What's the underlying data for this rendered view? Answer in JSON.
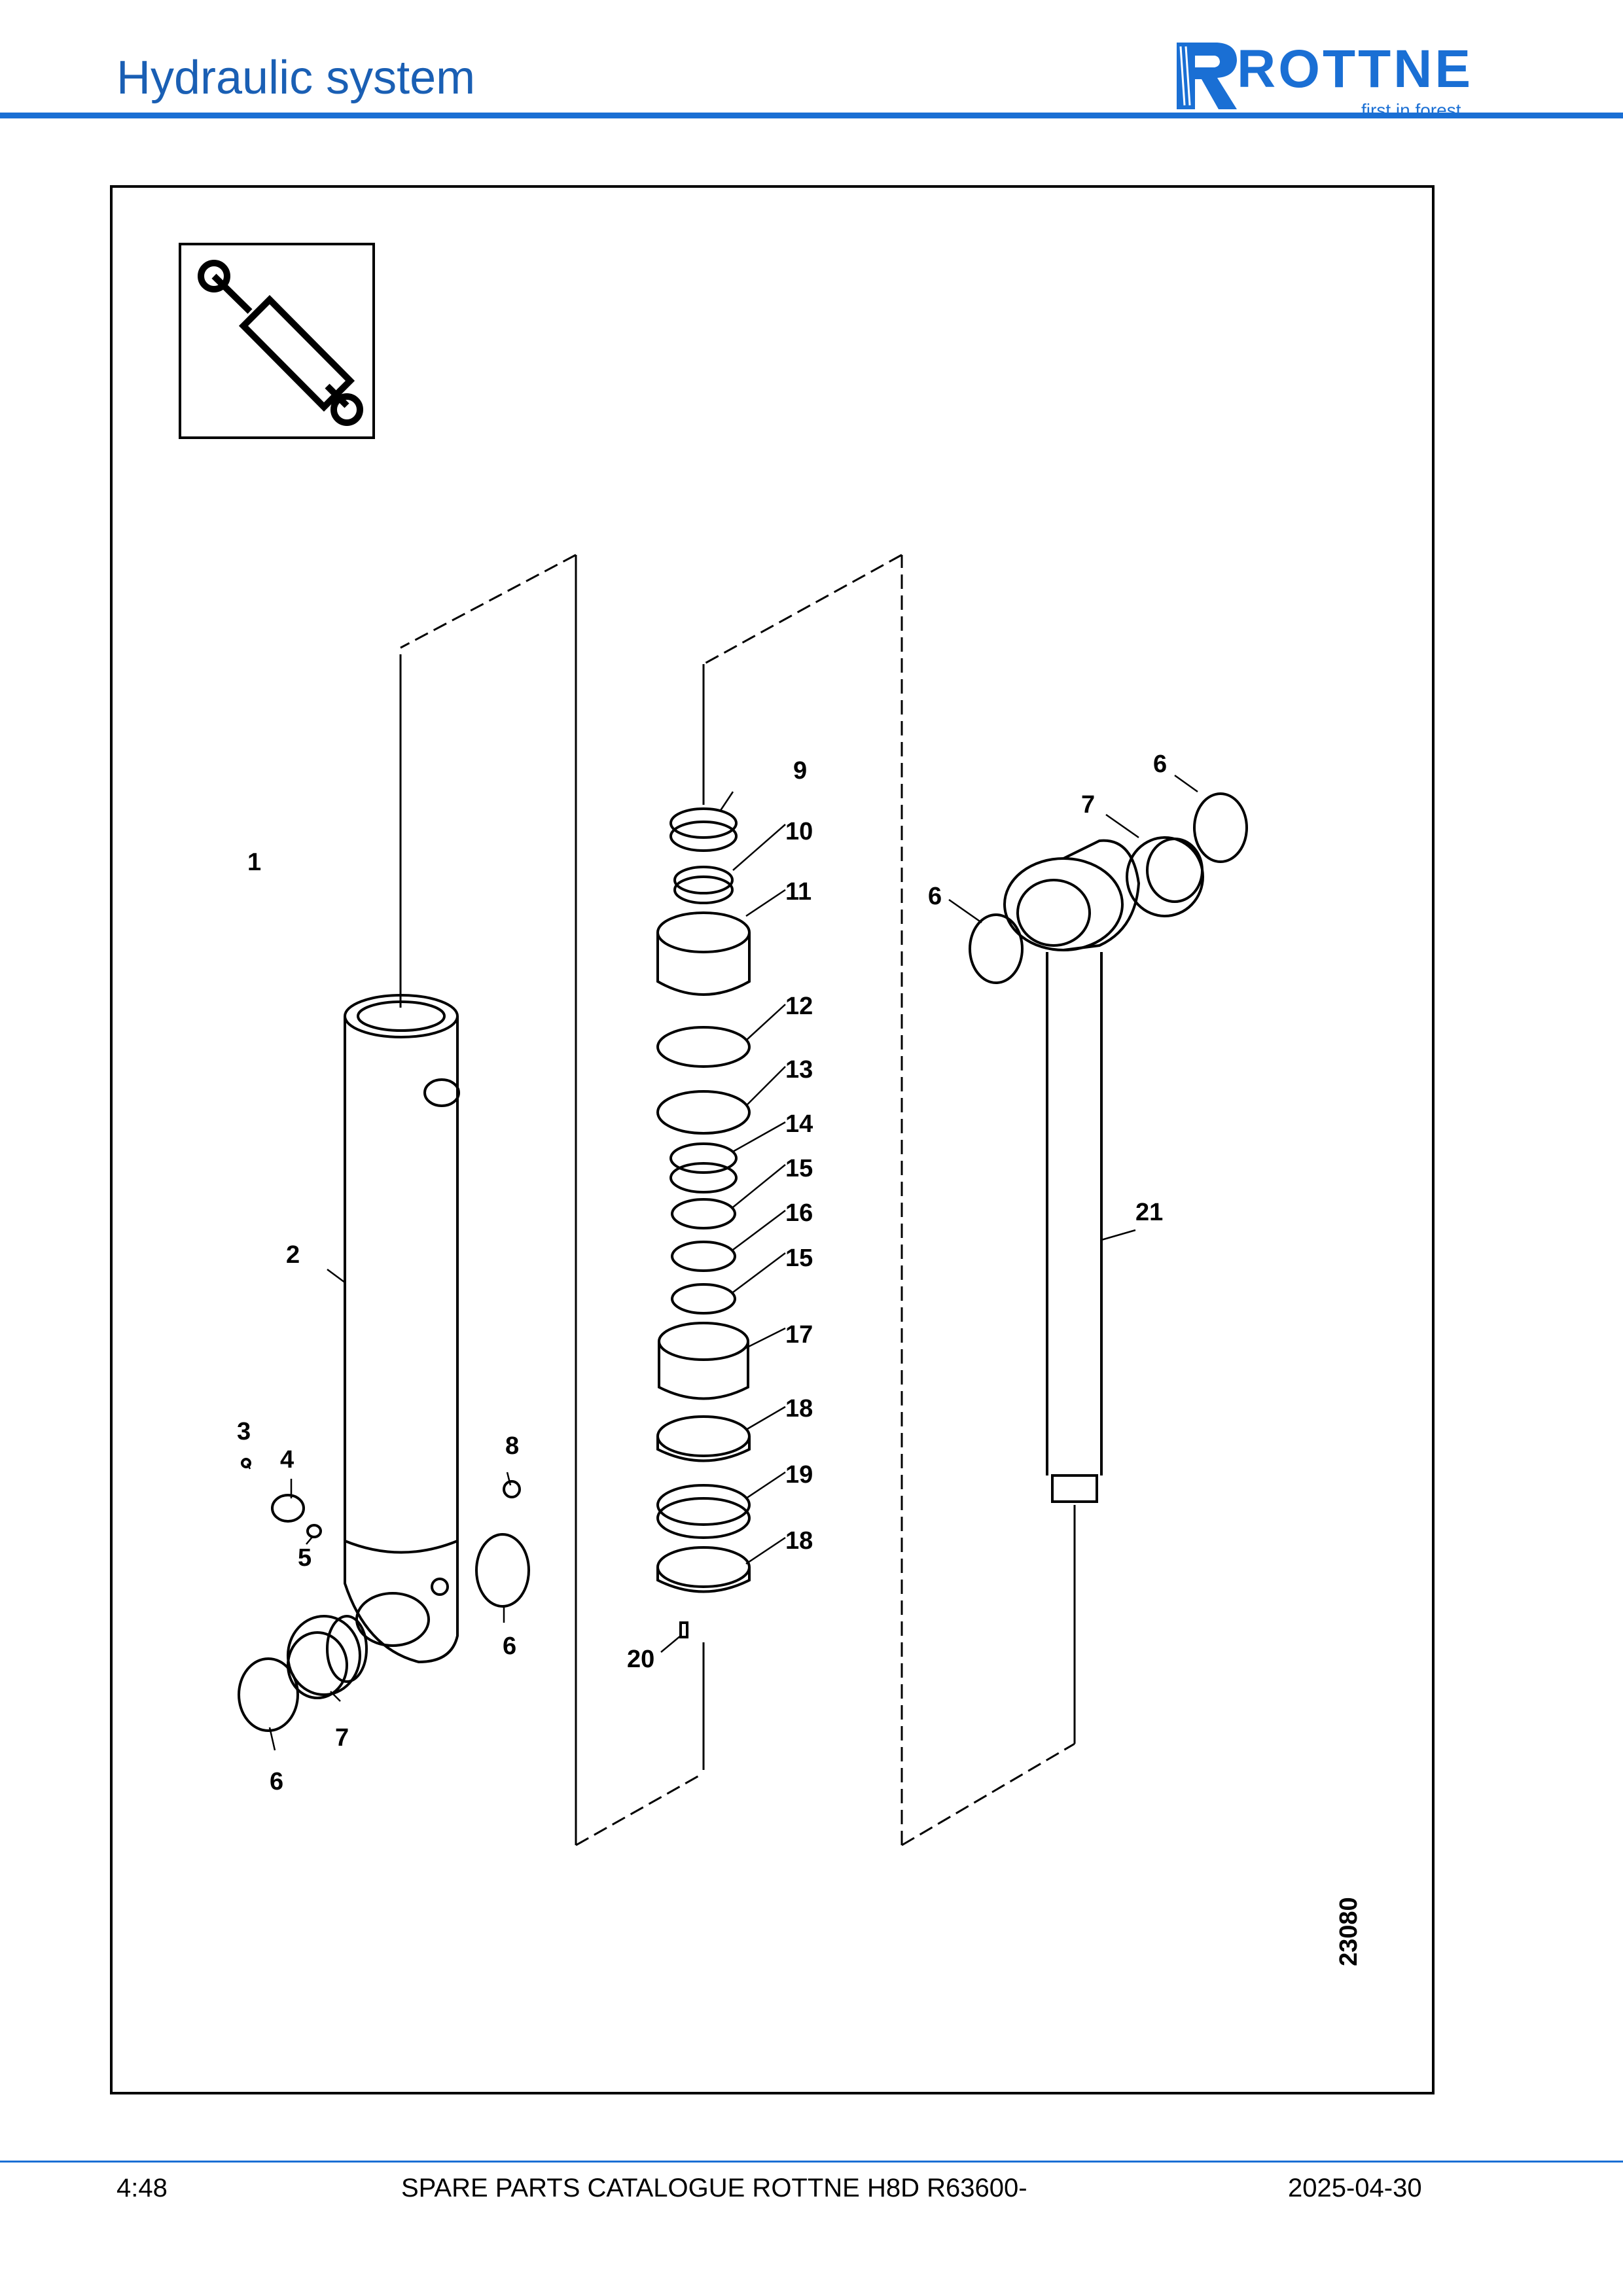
{
  "header": {
    "title": "Hydraulic system"
  },
  "logo": {
    "name": "ROTTNE",
    "tagline": "first in forest",
    "brand_color": "#1a6fd4"
  },
  "drawing": {
    "number": "23080",
    "callouts": [
      "1",
      "2",
      "3",
      "4",
      "5",
      "6",
      "6",
      "7",
      "8",
      "9",
      "10",
      "11",
      "12",
      "13",
      "14",
      "15",
      "16",
      "15",
      "17",
      "18",
      "19",
      "18",
      "20",
      "6",
      "7",
      "6",
      "21"
    ]
  },
  "footer": {
    "page": "4:48",
    "catalogue": "SPARE PARTS CATALOGUE ROTTNE H8D R63600-",
    "date": "2025-04-30"
  }
}
